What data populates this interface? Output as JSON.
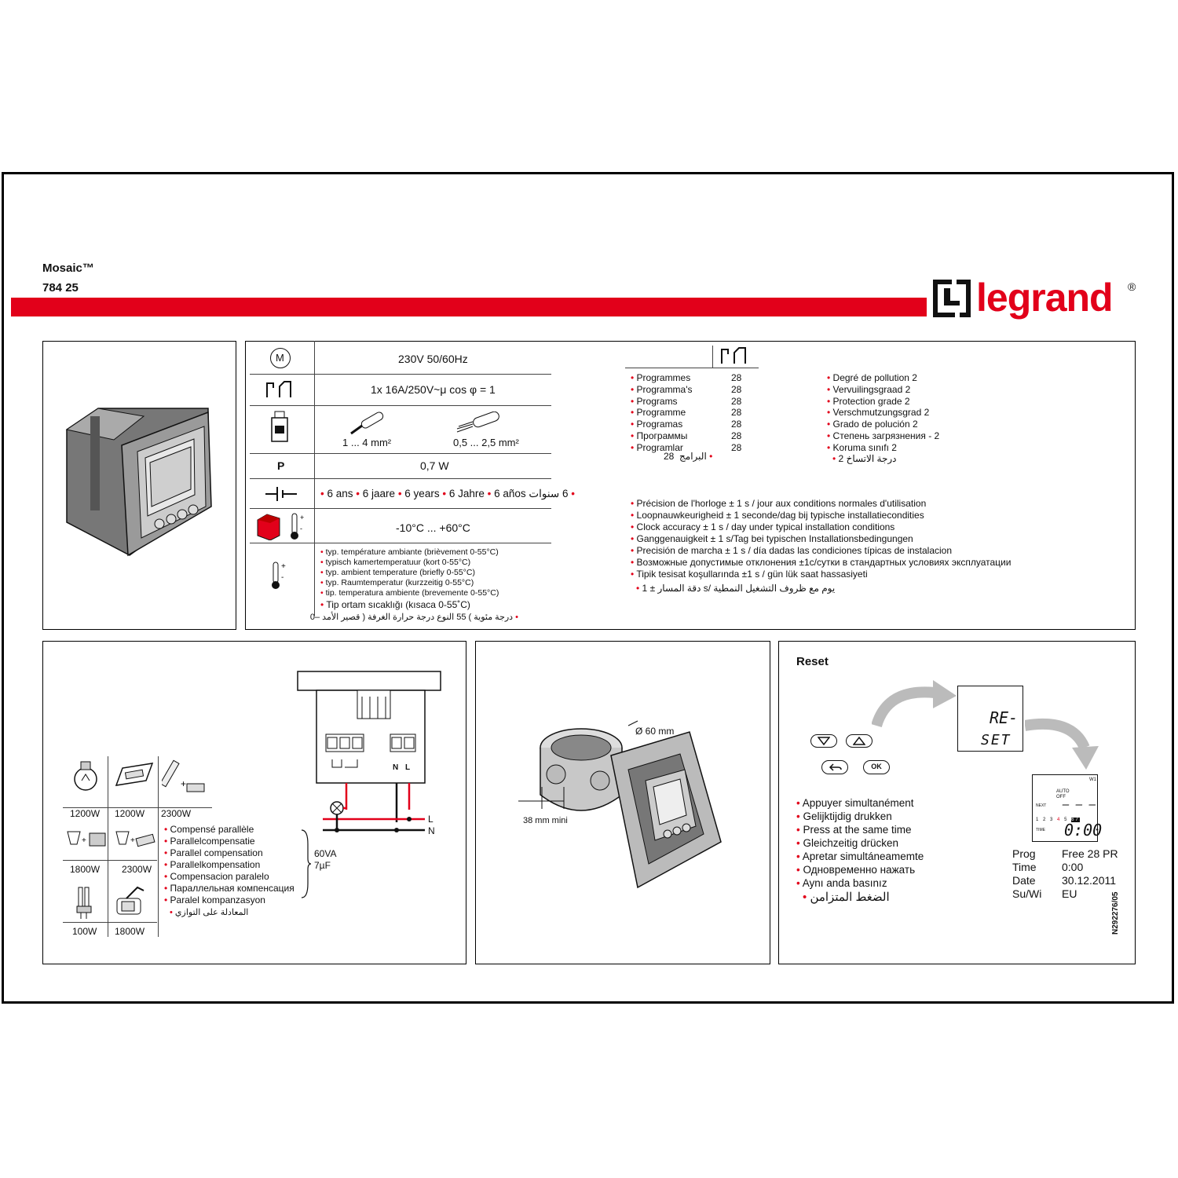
{
  "header": {
    "product": "Mosaic™",
    "reference": "784 25",
    "brand": "legrand",
    "registered": "®"
  },
  "colors": {
    "accent_red": "#e2001a",
    "ink": "#111111"
  },
  "specs": {
    "motor_symbol": "M",
    "voltage": "230V 50/60Hz",
    "relay": "1x 16A/250V~μ cos φ = 1",
    "wire_rigid": "1 ... 4 mm²",
    "wire_flex": "0,5 ... 2,5 mm²",
    "power_symbol": "P",
    "power": "0,7 W",
    "battery": [
      "6 ans",
      "6 jaare",
      "6 years",
      "6 Jahre",
      "6 años"
    ],
    "battery_ar": "6 سنوات",
    "temp_range": "-10°C ... +60°C",
    "temp_notes": [
      "typ. température ambiante (brièvement 0-55°C)",
      "typisch kamertemperatuur (kort 0-55°C)",
      "typ. ambient temperature (briefly 0-55°C)",
      "typ. Raumtemperatur (kurzzeitig 0-55°C)",
      "tip. temperatura ambiente (brevemente 0-55°C)"
    ],
    "temp_note_tr": "Tip ortam sıcaklığı (kısaca 0-55˚C)",
    "temp_note_ar": "درجة مئوية ) 55 النوع درجة حرارة الغرفة ( قصير الأمد –0"
  },
  "programs": {
    "labels": [
      "Programmes",
      "Programma's",
      "Programs",
      "Programme",
      "Programas",
      "Программы",
      "Programlar"
    ],
    "value": "28",
    "ar_label": "البرامج",
    "ar_value": "28"
  },
  "pollution": {
    "items": [
      "Degré de pollution 2",
      "Vervuilingsgraad 2",
      "Protection grade 2",
      "Verschmutzungsgrad 2",
      "Grado de polución 2",
      "Степень загрязнения - 2",
      "Koruma sınıfı 2"
    ],
    "ar": "درجة الاتساخ 2"
  },
  "accuracy": {
    "items": [
      "Précision de l'horloge ± 1 s / jour aux conditions normales d'utilisation",
      "Loopnauwkeurigheid ± 1 seconde/dag bij typische installatiecondities",
      "Clock accuracy ± 1 s / day under typical installation conditions",
      "Ganggenauigkeit ± 1 s/Tag bei typischen Installationsbedingungen",
      "Precisión de marcha ± 1 s / día dadas las condiciones típicas de instalacion",
      "Возможные допустимые отклонения ±1с/сутки в стандартных условиях эксплуатации",
      "Tipik tesisat koşullarında  ±1 s / gün lük saat hassasiyeti"
    ],
    "ar": "يوم مع ظروف التشغيل النمطية /s دقة المسار ± 1"
  },
  "loads": {
    "row1": [
      "1200W",
      "1200W",
      "2300W"
    ],
    "row2": [
      "1800W",
      "2300W"
    ],
    "row3": [
      "100W",
      "1800W"
    ],
    "compensation": [
      "Compensé parallèle",
      "Parallelcompensatie",
      "Parallel compensation",
      "Parallelkompensation",
      "Compensacion paralelo",
      "Параллельная компенсация",
      "Paralel kompanzasyon"
    ],
    "compensation_ar": "المعادلة على التوازي",
    "cap_va": "60VA",
    "cap_uf": "7µF"
  },
  "wiring": {
    "n": "N",
    "l": "L",
    "line_l": "L",
    "line_n": "N"
  },
  "mounting": {
    "diameter": "Ø 60 mm",
    "depth": "38 mm mini"
  },
  "reset": {
    "title": "Reset",
    "lcd_line1": "RE-",
    "lcd_line2": "SET",
    "ok": "OK",
    "instructions": [
      "Appuyer simultanément",
      "Gelijktijdig drukken",
      "Press at the same time",
      "Gleichzeitig drücken",
      "Apretar simultáneamemte",
      "Одновременно нажать",
      "Aynı anda basınız"
    ],
    "instructions_ar": "الضغط المتزامن",
    "display": {
      "week": "W1",
      "auto": "AUTO",
      "off": "OFF",
      "next": "NEXT",
      "days": [
        "1",
        "2",
        "3",
        "4",
        "5",
        "6",
        "7"
      ],
      "time_label": "TIME",
      "time": "0:00"
    },
    "defaults": [
      {
        "k": "Prog",
        "v": "Free 28 PR"
      },
      {
        "k": "Time",
        "v": "0:00"
      },
      {
        "k": "Date",
        "v": "30.12.2011"
      },
      {
        "k": "Su/Wi",
        "v": "EU"
      }
    ]
  },
  "doc_code": "N292276/05"
}
